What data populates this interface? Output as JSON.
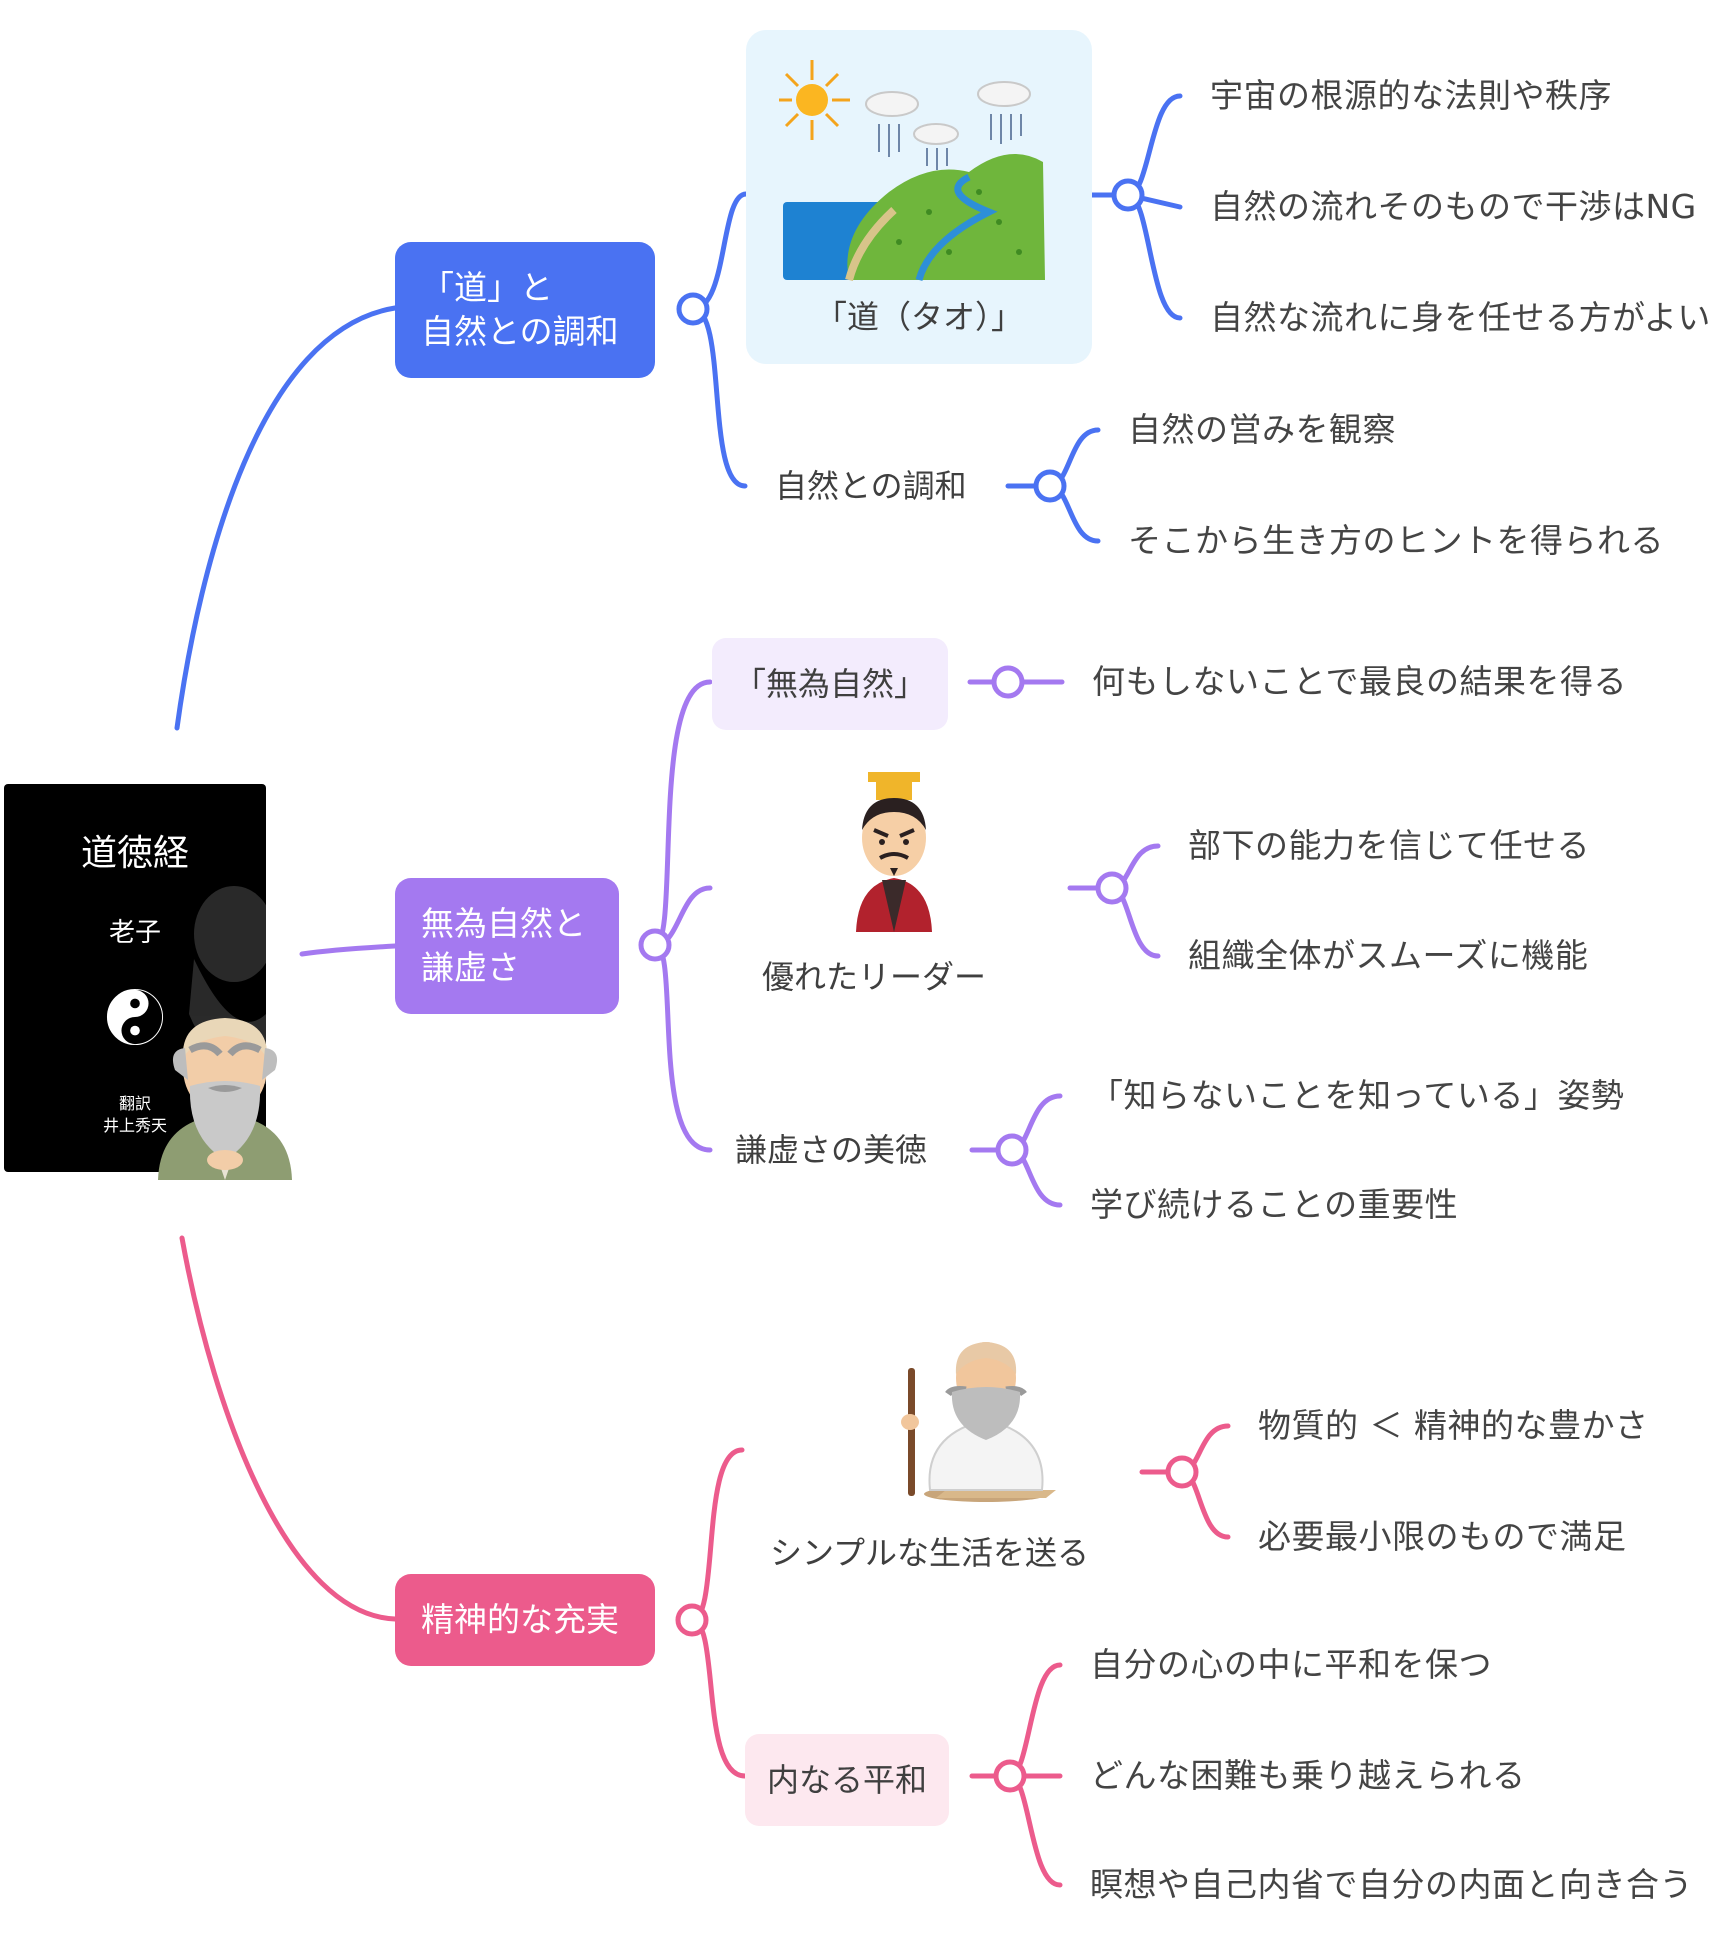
{
  "book": {
    "title": "道徳経",
    "author": "老子",
    "translator_label": "翻訳",
    "translator_name": "井上秀天"
  },
  "colors": {
    "blue": "#4a72f2",
    "purple": "#a479f0",
    "pink": "#ec5b8c",
    "purple_soft": "#f3ecfd",
    "pink_soft": "#fde8ef",
    "sky_card": "#e7f5fd"
  },
  "branch1": {
    "label_line1": "「道」と",
    "label_line2": "自然との調和",
    "tao_card": {
      "image": "nature-landscape-illustration",
      "caption": "「道（タオ）」"
    },
    "tao_leaves": [
      "宇宙の根源的な法則や秩序",
      "自然の流れそのもので干渉はNG",
      "自然な流れに身を任せる方がよい"
    ],
    "harmony_label": "自然との調和",
    "harmony_leaves": [
      "自然の営みを観察",
      "そこから生き方のヒントを得られる"
    ]
  },
  "branch2": {
    "label_line1": "無為自然と",
    "label_line2": "謙虚さ",
    "wuwei_label": "「無為自然」",
    "wuwei_leaves": [
      "何もしないことで最良の結果を得る"
    ],
    "leader": {
      "image": "emperor-illustration",
      "caption": "優れたリーダー"
    },
    "leader_leaves": [
      "部下の能力を信じて任せる",
      "組織全体がスムーズに機能"
    ],
    "humility_label": "謙虚さの美徳",
    "humility_leaves": [
      "「知らないことを知っている」姿勢",
      "学び続けることの重要性"
    ]
  },
  "branch3": {
    "label": "精神的な充実",
    "simple": {
      "image": "sage-meditating-illustration",
      "caption": "シンプルな生活を送る"
    },
    "simple_leaves": [
      "物質的 ＜ 精神的な豊かさ",
      "必要最小限のもので満足"
    ],
    "peace_label": "内なる平和",
    "peace_leaves": [
      "自分の心の中に平和を保つ",
      "どんな困難も乗り越えられる",
      "瞑想や自己内省で自分の内面と向き合う"
    ]
  }
}
